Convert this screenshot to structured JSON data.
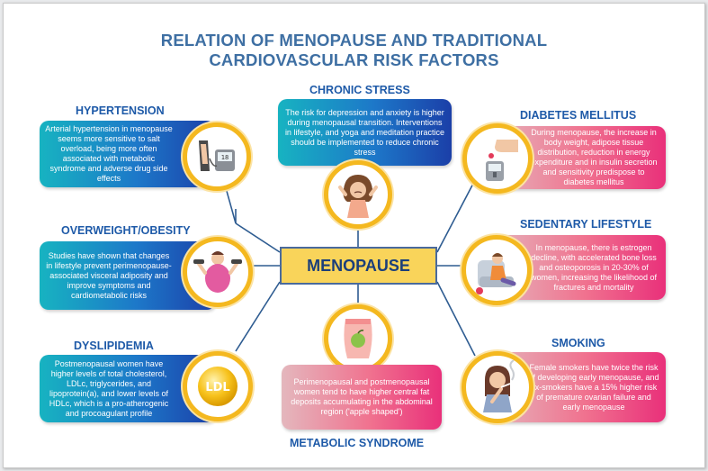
{
  "title": {
    "line1": "RELATION OF MENOPAUSE AND TRADITIONAL",
    "line2": "CARDIOVASCULAR RISK FACTORS"
  },
  "center": "MENOPAUSE",
  "factors": {
    "chronic_stress": {
      "heading": "CHRONIC STRESS",
      "text": "The risk for depression and anxiety is higher during menopausal transition. Interventions in lifestyle, and yoga and meditation practice should be implemented to reduce chronic stress",
      "icon": "stressed-woman-icon"
    },
    "hypertension": {
      "heading": "HYPERTENSION",
      "text": "Arterial hypertension in menopause seems more sensitive to salt overload, being more often associated with metabolic syndrome and adverse drug side effects",
      "icon": "blood-pressure-monitor-icon"
    },
    "diabetes": {
      "heading": "DIABETES MELLITUS",
      "text": "During menopause, the increase in body weight, adipose tissue distribution, reduction in energy expenditure and in insulin secretion and sensitivity predispose to diabetes mellitus",
      "icon": "glucometer-icon"
    },
    "overweight": {
      "heading": "OVERWEIGHT/OBESITY",
      "text": "Studies have shown that changes in lifestyle prevent perimenopause-associated visceral adiposity and improve symptoms and cardiometabolic risks",
      "icon": "woman-dumbbells-icon"
    },
    "sedentary": {
      "heading": "SEDENTARY LIFESTYLE",
      "text": "In menopause, there is estrogen decline, with accelerated bone loss and osteoporosis in 20-30% of women, increasing the likelihood of fractures and mortality",
      "icon": "woman-armchair-icon"
    },
    "dyslipidemia": {
      "heading": "DYSLIPIDEMIA",
      "text": "Postmenopausal women have higher levels of total cholesterol, LDLc, triglycerides, and lipoprotein(a), and lower levels of HDLc, which is a pro-atherogenic and procoagulant profile",
      "icon": "ldl-ball-icon",
      "icon_label": "LDL"
    },
    "smoking": {
      "heading": "SMOKING",
      "text": "Female smokers have twice the risk of developing early menopause, and ex-smokers have a 15% higher risk of premature ovarian failure and early menopause",
      "icon": "woman-smoking-icon"
    },
    "metabolic": {
      "heading": "METABOLIC SYNDROME",
      "text": "Perimenopausal and postmenopausal women tend to have higher central fat deposits accumulating in the abdominal region ('apple shaped')",
      "icon": "waist-apple-icon"
    }
  },
  "colors": {
    "title": "#3e6fa3",
    "heading": "#1e5aa8",
    "ring": "#f4b81f",
    "center_fill": "#f9d45a",
    "blue_box": "#1d78c9",
    "pink_box": "#f0728f",
    "connector": "#2e5c91"
  }
}
